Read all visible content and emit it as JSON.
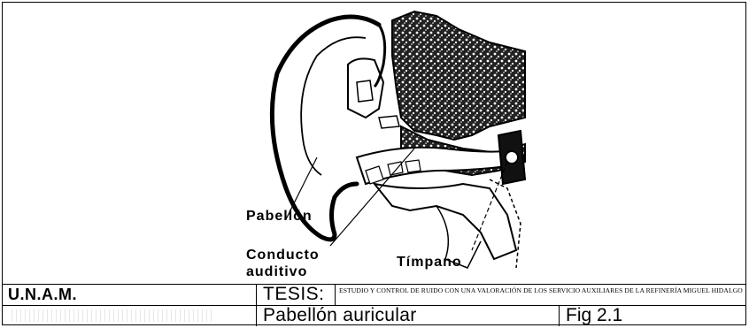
{
  "labels": {
    "pinna": "Pabellón",
    "canal_line1": "Conducto",
    "canal_line2": "auditivo",
    "eardrum": "Tímpano"
  },
  "footer": {
    "institution": "U.N.A.M.",
    "doc_type": "TESIS:",
    "thesis_title": "ESTUDIO Y CONTROL DE RUIDO CON UNA VALORACIÓN DE LOS SERVICIO AUXILIARES DE LA REFINERÍA MIGUEL HIDALGO",
    "caption": "Pabellón auricular",
    "figure_number": "Fig 2.1"
  }
}
